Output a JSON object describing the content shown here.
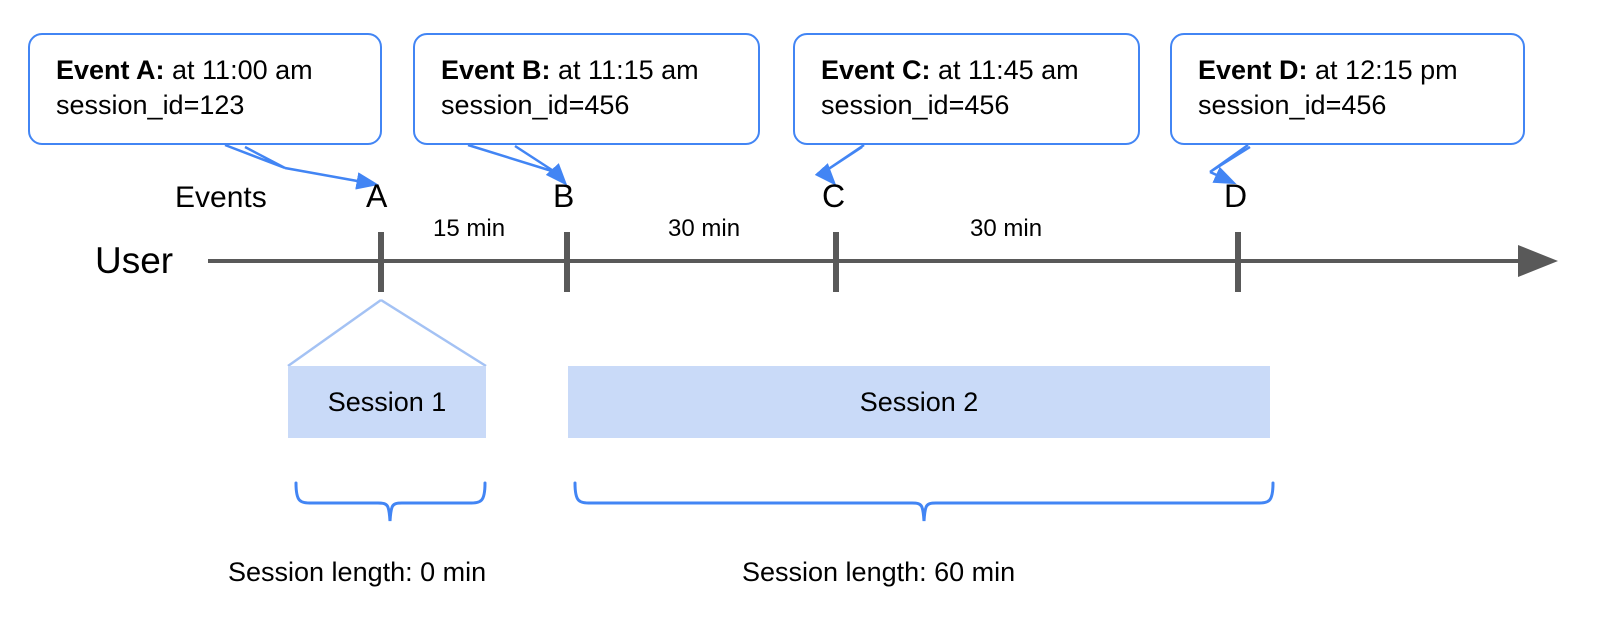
{
  "diagram": {
    "title": "User event sessionization timeline",
    "colors": {
      "callout_border": "#4285f4",
      "brace_stroke": "#4285f4",
      "funnel_stroke": "#a4c2f4",
      "session_fill": "#c9daf8",
      "axis": "#595959",
      "text": "#000000"
    }
  },
  "callouts": [
    {
      "lead": "Event A:",
      "time": " at 11:00 am",
      "session": "session_id=123"
    },
    {
      "lead": "Event B:",
      "time": " at 11:15 am",
      "session": "session_id=456"
    },
    {
      "lead": "Event C:",
      "time": " at 11:45 am",
      "session": "session_id=456"
    },
    {
      "lead": "Event D:",
      "time": " at 12:15 pm",
      "session": "session_id=456"
    }
  ],
  "axis": {
    "row_label": "User",
    "events_label": "Events",
    "markers": [
      {
        "name": "A"
      },
      {
        "name": "B"
      },
      {
        "name": "C"
      },
      {
        "name": "D"
      }
    ],
    "intervals": [
      {
        "label": "15 min"
      },
      {
        "label": "30 min"
      },
      {
        "label": "30 min"
      }
    ]
  },
  "sessions": [
    {
      "name": "Session 1",
      "length_label": "Session length: 0 min"
    },
    {
      "name": "Session 2",
      "length_label": "Session length: 60 min"
    }
  ]
}
